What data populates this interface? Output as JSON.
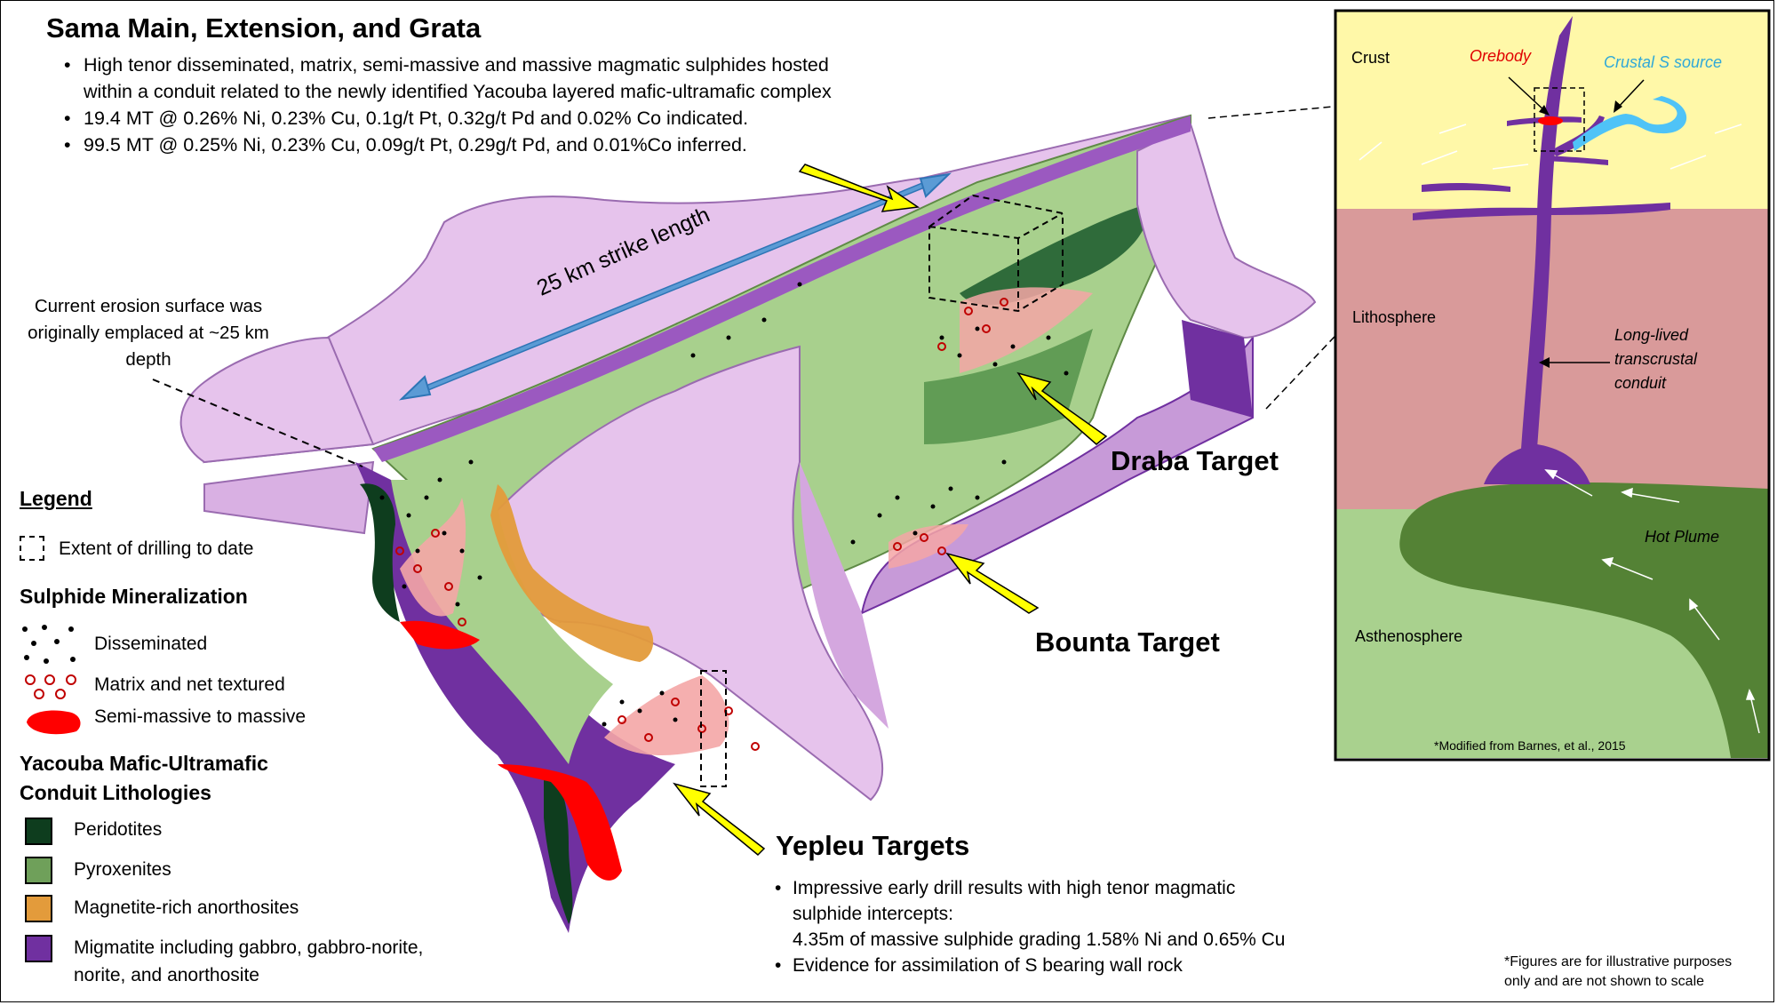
{
  "title": "Sama Main, Extension, and Grata",
  "bullets": [
    "High tenor disseminated, matrix, semi-massive and massive magmatic sulphides hosted",
    "within a conduit related to the newly identified Yacouba layered mafic-ultramafic complex",
    "19.4 MT @ 0.26% Ni, 0.23% Cu, 0.1g/t Pt, 0.32g/t Pd and 0.02% Co indicated.",
    "99.5 MT @ 0.25% Ni, 0.23% Cu, 0.09g/t Pt, 0.29g/t Pd, and 0.01%Co inferred."
  ],
  "erosion_note": "Current erosion surface was originally emplaced at ~25 km depth",
  "strike_label": "25 km strike length",
  "legend": {
    "heading": "Legend",
    "drilling": "Extent of drilling to date",
    "sulphide_heading": "Sulphide Mineralization",
    "disseminated": "Disseminated",
    "matrix": "Matrix and net textured",
    "massive": "Semi-massive to massive",
    "litho_heading_1": "Yacouba Mafic-Ultramafic",
    "litho_heading_2": "Conduit Lithologies",
    "peridotites": "Peridotites",
    "pyroxenites": "Pyroxenites",
    "magnetite": "Magnetite-rich anorthosites",
    "migmatite_1": "Migmatite including gabbro, gabbro-norite,",
    "migmatite_2": "norite, and anorthosite"
  },
  "targets": {
    "draba": "Draba Target",
    "bounta": "Bounta Target",
    "yepleu": "Yepleu Targets"
  },
  "yepleu_bullets": {
    "b1_line1": "Impressive early drill results with high tenor magmatic",
    "b1_line2": "sulphide intercepts:",
    "b1_line3": "4.35m of massive sulphide grading 1.58% Ni and 0.65% Cu",
    "b2": "Evidence for assimilation of S bearing wall rock"
  },
  "inset": {
    "crust": "Crust",
    "orebody": "Orebody",
    "crustal_s": "Crustal S source",
    "lithosphere": "Lithosphere",
    "conduit_1": "Long-lived",
    "conduit_2": "transcrustal",
    "conduit_3": "conduit",
    "hot_plume": "Hot Plume",
    "asthenosphere": "Asthenosphere",
    "credit": "*Modified from Barnes, et al., 2015"
  },
  "disclaimer_1": "*Figures are for illustrative purposes",
  "disclaimer_2": "only and are not shown to scale",
  "colors": {
    "pink_rock": "#e6c3ec",
    "migmatite": "#7030a0",
    "pyroxenite": "#a8d08d",
    "peridotite": "#0e3d1e",
    "magnetite": "#e39b3b",
    "massive": "#ff0000",
    "matrix_fill": "#f4a6a6",
    "arrow_yellow": "#ffff00",
    "arrow_blue": "#5b9bd5",
    "crust": "#fff8a8",
    "lithosphere": "#d99a9a",
    "asthenosphere": "#a9d18e",
    "plume": "#548235",
    "crustal_s": "#4fc3f7"
  }
}
